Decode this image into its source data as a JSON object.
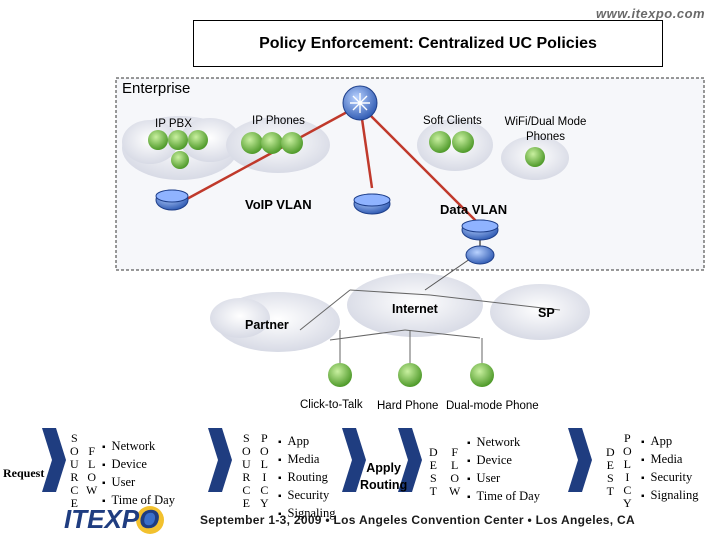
{
  "brand": "www.itexpo.com",
  "title": "Policy Enforcement: Centralized UC Policies",
  "enterprise": {
    "label": "Enterprise",
    "ip_pbx": "IP PBX",
    "ip_phones": "IP Phones",
    "soft_clients": "Soft Clients",
    "wifi_line1": "WiFi/Dual Mode",
    "wifi_line2": "Phones",
    "voip_vlan": "VoIP VLAN",
    "data_vlan": "Data VLAN"
  },
  "clouds": {
    "partner": "Partner",
    "internet": "Internet",
    "sp": "SP"
  },
  "endpoints": {
    "click_to_talk": "Click-to-Talk",
    "hard_phone": "Hard Phone",
    "dual_mode": "Dual-mode Phone"
  },
  "flow": {
    "request": "Request",
    "source_flow_left": [
      "S",
      "O",
      "U",
      "R",
      "C",
      "E"
    ],
    "flow_left": [
      "F",
      "L",
      "O",
      "W"
    ],
    "source_flow_items": [
      "Network",
      "Device",
      "User",
      "Time of Day"
    ],
    "source_mid": [
      "S",
      "O",
      "U",
      "R",
      "C",
      "E"
    ],
    "policy_mid": [
      "P",
      "O",
      "L",
      "I",
      "C",
      "Y"
    ],
    "policy_items": [
      "App",
      "Media",
      "Routing",
      "Security",
      "Signaling"
    ],
    "apply_line1": "Apply",
    "apply_line2": "Routing",
    "dest": [
      "D",
      "E",
      "S",
      "T"
    ],
    "flow_right": [
      "F",
      "L",
      "O",
      "W"
    ],
    "dest_flow_items": [
      "Network",
      "Device",
      "User",
      "Time of Day"
    ],
    "dest_right": [
      "D",
      "E",
      "S",
      "T"
    ],
    "policy_right": [
      "P",
      "O",
      "L",
      "I",
      "C",
      "Y"
    ],
    "policy_right_items": [
      "App",
      "Media",
      "Security",
      "Signaling"
    ]
  },
  "footer": {
    "text": "September 1-3, 2009  •  Los Angeles Convention Center  •  Los Angeles, CA",
    "logo": "ITEXPO"
  },
  "colors": {
    "link_red": "#c0392b",
    "cloud": "#dfe1ea",
    "device_green": "#7fbf4a",
    "router_blue": "#3a6fc9",
    "chevron_navy": "#1f3d80"
  }
}
